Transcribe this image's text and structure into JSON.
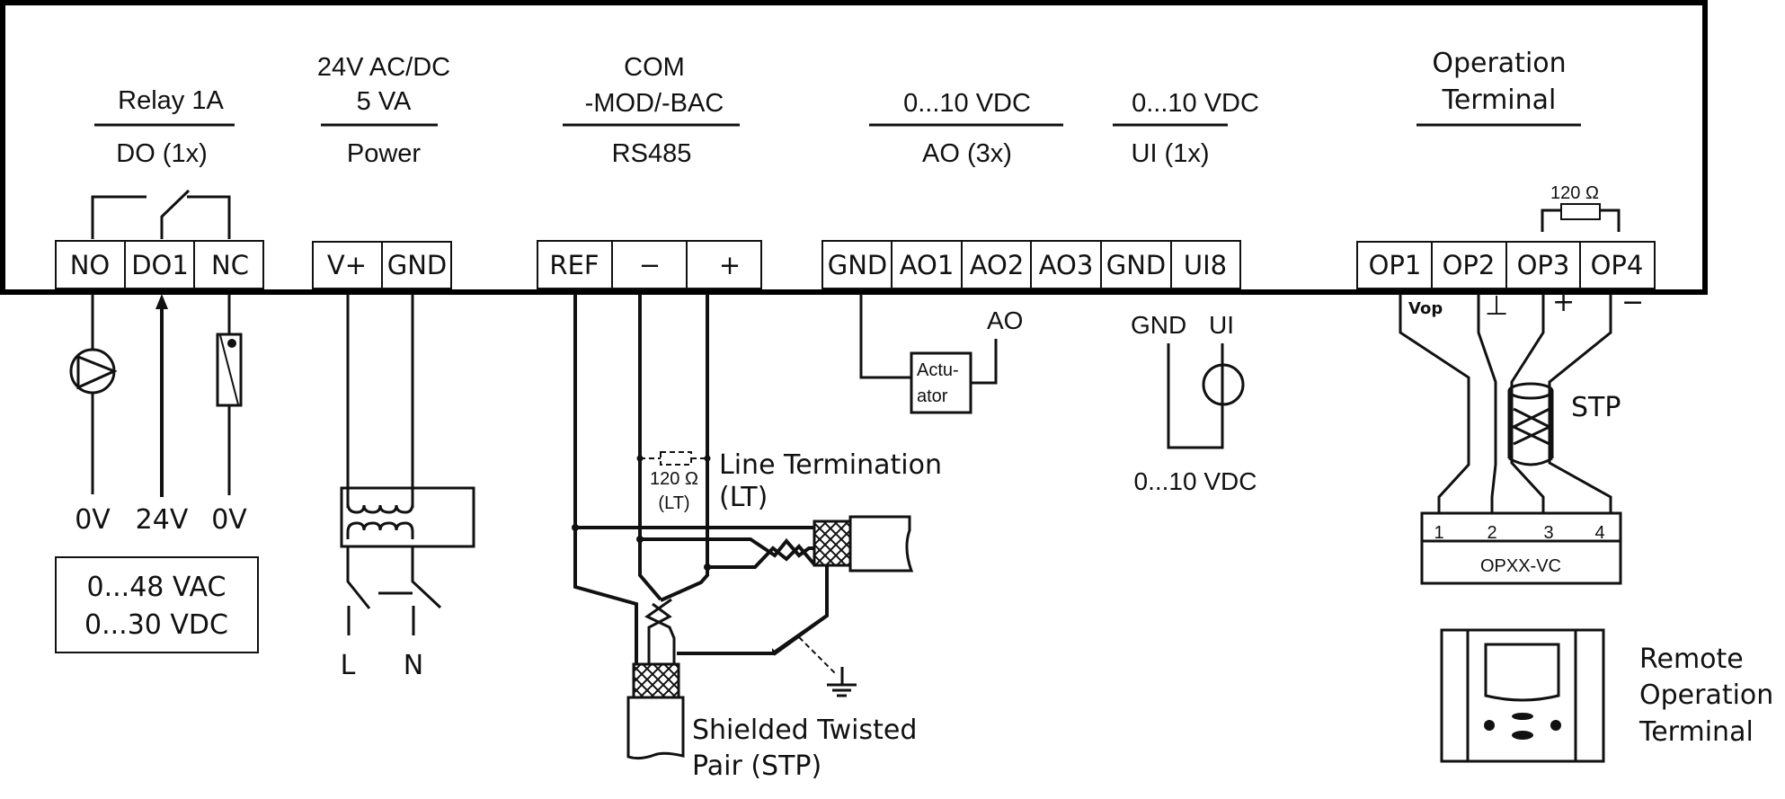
{
  "module_sections": {
    "relay": {
      "title": "Relay 1A",
      "subtitle": "DO (1x)",
      "terminals": [
        "NO",
        "DO1",
        "NC"
      ]
    },
    "power": {
      "title_line1": "24V AC/DC",
      "title_line2": "5 VA",
      "subtitle": "Power",
      "terminals": [
        "V+",
        "GND"
      ]
    },
    "com": {
      "title_line1": "COM",
      "title_line2": "-MOD/-BAC",
      "subtitle": "RS485",
      "terminals": [
        "REF",
        "−",
        "+"
      ]
    },
    "ao": {
      "title": "0...10 VDC",
      "subtitle": "AO (3x)",
      "terminals": [
        "GND",
        "AO1",
        "AO2",
        "AO3"
      ]
    },
    "ui": {
      "title": "0...10 VDC",
      "subtitle": "UI (1x)",
      "terminals": [
        "GND",
        "UI8"
      ]
    },
    "op": {
      "title_line1": "Operation",
      "title_line2": "Terminal",
      "terminals": [
        "OP1",
        "OP2",
        "OP3",
        "OP4"
      ],
      "resistor_label": "120 Ω"
    }
  },
  "relay_wiring": {
    "voltages": [
      "0V",
      "24V",
      "0V"
    ],
    "rating_line1": "0...48 VAC",
    "rating_line2": "0...30 VDC",
    "icons": [
      "pump-icon",
      "valve-icon"
    ]
  },
  "power_wiring": {
    "line_labels": [
      "L",
      "N"
    ],
    "icons": [
      "transformer-icon",
      "switch-icon"
    ]
  },
  "rs485_wiring": {
    "termination_resistor_line1": "120 Ω",
    "termination_resistor_line2": "(LT)",
    "termination_label_line1": "Line Termination",
    "termination_label_line2": "(LT)",
    "cable_label_line1": "Shielded Twisted",
    "cable_label_line2": "Pair (STP)",
    "icons": [
      "shielded-cable-icon",
      "ground-icon"
    ]
  },
  "ao_wiring": {
    "output_label": "AO",
    "actuator_line1": "Actu-",
    "actuator_line2": "ator"
  },
  "ui_wiring": {
    "gnd_label": "GND",
    "ui_label": "UI",
    "range_label": "0...10 VDC",
    "icons": [
      "voltage-source-icon"
    ]
  },
  "op_wiring": {
    "signal_labels": [
      "Vop",
      "⊥",
      "+",
      "−"
    ],
    "cable_label": "STP",
    "device_pins": [
      "1",
      "2",
      "3",
      "4"
    ],
    "device_name": "OPXX-VC",
    "remote_label_line1": "Remote",
    "remote_label_line2": "Operation",
    "remote_label_line3": "Terminal"
  }
}
